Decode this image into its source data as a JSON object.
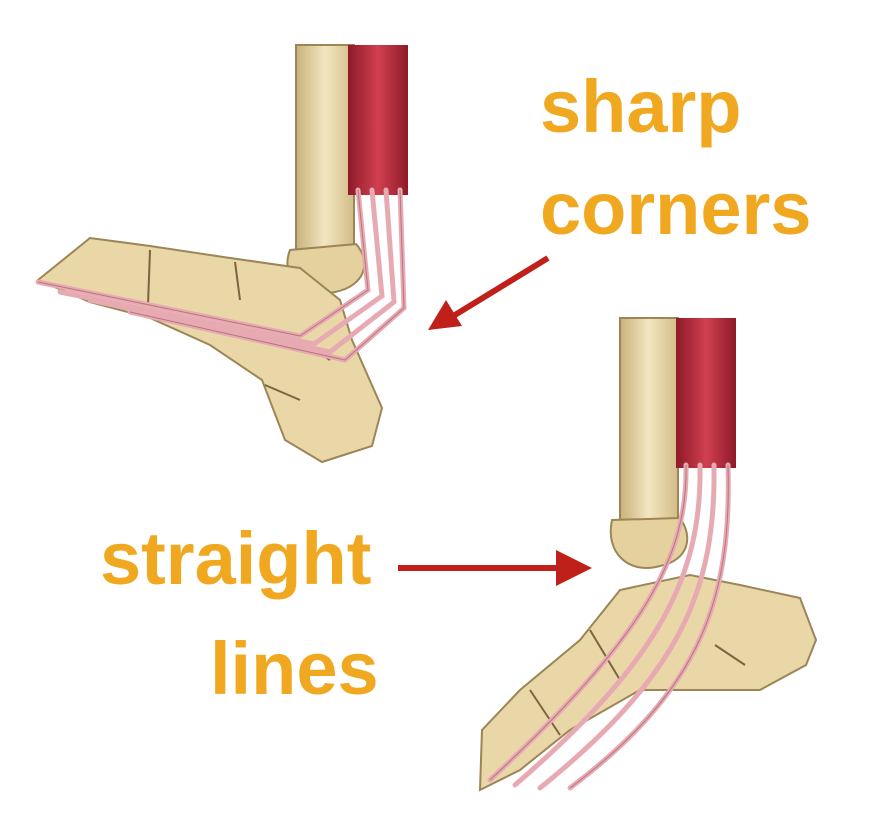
{
  "labels": {
    "sharp_line1": "sharp",
    "sharp_line2": "corners",
    "straight_line1": "straight",
    "straight_line2": "lines"
  },
  "colors": {
    "label": "#f0a820",
    "arrow": "#c0201a",
    "bone_fill": "#e9d7a8",
    "bone_stroke": "#9c8556",
    "muscle": "#b8283a",
    "tendon": "#e8aab2",
    "background": "#ffffff"
  },
  "icons": [
    "arrow-to-sharp-corners",
    "arrow-to-straight-lines"
  ]
}
